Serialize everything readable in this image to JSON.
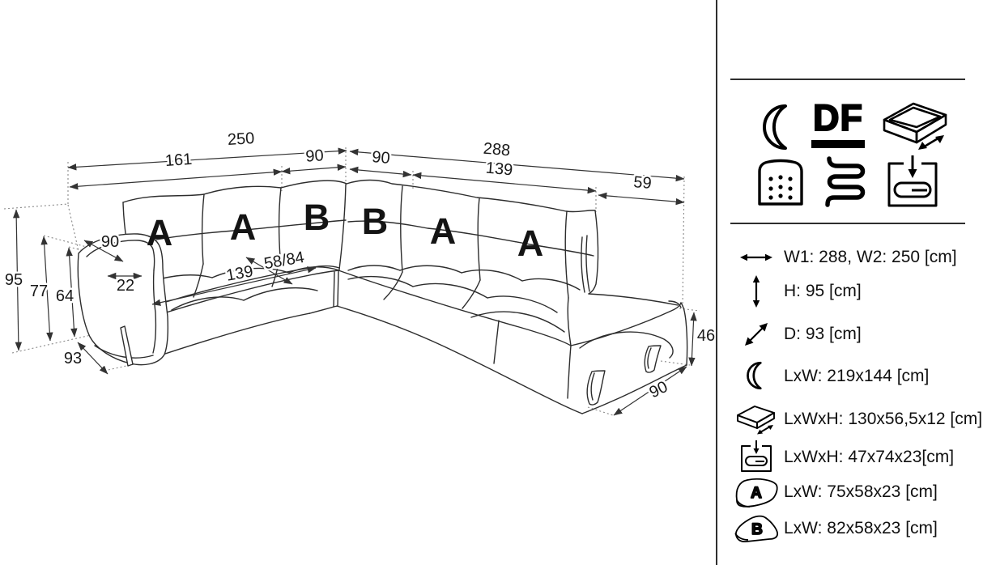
{
  "diagram": {
    "top": {
      "w250": "250",
      "w161": "161",
      "w90_left": "90",
      "w288": "288",
      "w90_right": "90",
      "w139": "139",
      "w59": "59"
    },
    "left": {
      "h95": "95",
      "h77": "77",
      "h64": "64",
      "arm_depth": "90",
      "arm_width": "22",
      "depth": "93"
    },
    "seat": {
      "w139": "139",
      "depth": "58/84"
    },
    "right": {
      "h46": "46",
      "d90": "90"
    },
    "cushions": [
      "A",
      "A",
      "B",
      "B",
      "A",
      "A"
    ]
  },
  "panel": {
    "df_label": "DF",
    "feature_icon_names": [
      "moon-icon",
      "df-sleep-function-label",
      "drawer-box-icon",
      "mattress-icon",
      "spring-icon",
      "bedding-container-icon"
    ],
    "specs": [
      {
        "icon": "width-arrow-icon",
        "text": "W1: 288, W2: 250 [cm]"
      },
      {
        "icon": "height-arrow-icon",
        "text": "H: 95 [cm]"
      },
      {
        "icon": "depth-arrow-icon",
        "text": "D: 93 [cm]"
      },
      {
        "icon": "moon-icon",
        "text": "LxW: 219x144 [cm]"
      },
      {
        "icon": "drawer-box-icon",
        "text": "LxWxH: 130x56,5x12 [cm]"
      },
      {
        "icon": "bedding-container-icon",
        "text": "LxWxH: 47x74x23[cm]"
      },
      {
        "icon": "cushion-a-icon",
        "badge": "A",
        "text": "LxW: 75x58x23 [cm]"
      },
      {
        "icon": "cushion-b-icon",
        "badge": "B",
        "text": "LxW: 82x58x23 [cm]"
      }
    ]
  },
  "colors": {
    "ink": "#2d2d2d",
    "dim_line": "#333333",
    "dotted": "#8a8a8a"
  }
}
